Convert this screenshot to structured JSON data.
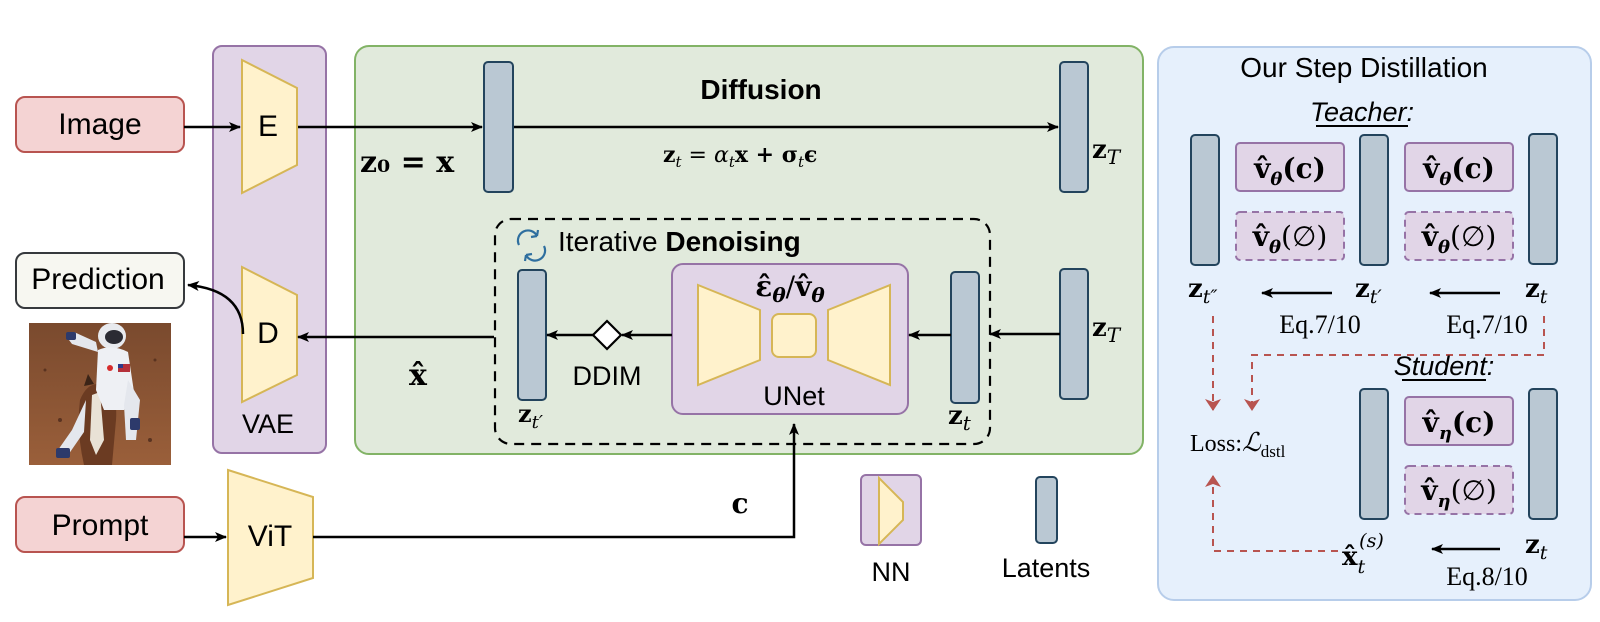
{
  "inputs": {
    "image": "Image",
    "prediction": "Prediction",
    "prompt": "Prompt"
  },
  "vae": {
    "label": "VAE",
    "encoder": "E",
    "decoder": "D"
  },
  "text_encoder": "ViT",
  "diffusion": {
    "title": "Diffusion",
    "z0_label": "z₀ = x",
    "zT_label": "z",
    "zT_sub": "T",
    "forward_eq_lhs": "z",
    "forward_eq_lhs_sub": "t",
    "forward_eq_rhs_1": " = α",
    "forward_eq_rhs_1_sub": "t",
    "forward_eq_rhs_2": "x + σ",
    "forward_eq_rhs_2_sub": "t",
    "forward_eq_rhs_3": "ϵ"
  },
  "denoising": {
    "title_regular": "Iterative ",
    "title_bold": "Denoising",
    "unet_label": "UNet",
    "unet_output": "ε̂",
    "unet_output_sub": "θ",
    "unet_output_sep": "/",
    "unet_output_2": "v̂",
    "unet_output_2_sub": "θ",
    "sampler": "DDIM",
    "zt_prime": "z",
    "zt_prime_sub": "t′",
    "zt": "z",
    "zt_sub": "t",
    "zT": "z",
    "zT_sub": "T",
    "xhat": "x̂"
  },
  "condition_label": "c",
  "legend": {
    "nn": "NN",
    "latents": "Latents"
  },
  "distillation": {
    "title": "Our Step Distillation",
    "teacher_label": "Teacher:",
    "student_label": "Student:",
    "teacher_cond": "v̂",
    "teacher_sub": "θ",
    "cond_arg": "(c)",
    "uncond_arg": "(∅)",
    "student_cond": "v̂",
    "student_sub": "η",
    "z": "z",
    "z_t2": "t″",
    "z_t1": "t′",
    "z_t": "t",
    "eq_teacher_1": "Eq.7/10",
    "eq_teacher_2": "Eq.7/10",
    "eq_student": "Eq.8/10",
    "loss_prefix": "Loss:",
    "loss_symbol": "ℒ",
    "loss_sub": "dstl",
    "xhat_s": "x̂",
    "xhat_s_sub": "t",
    "xhat_s_sup": "(s)"
  },
  "colors": {
    "input_fill": "#f4d3d3",
    "input_stroke": "#b85450",
    "pred_fill": "#f7f7f1",
    "pred_stroke": "#36393d",
    "vae_fill": "#e1d5e7",
    "vae_stroke": "#9673a6",
    "block_fill": "#fff2cc",
    "block_stroke": "#d6b656",
    "diffusion_fill": "#e1eadc",
    "diffusion_stroke": "#82b366",
    "latent_fill": "#bac8d3",
    "latent_stroke": "#23445d",
    "distill_fill": "#e6f0fc",
    "distill_stroke": "#b7cdea",
    "loss_arrow": "#b85450"
  }
}
